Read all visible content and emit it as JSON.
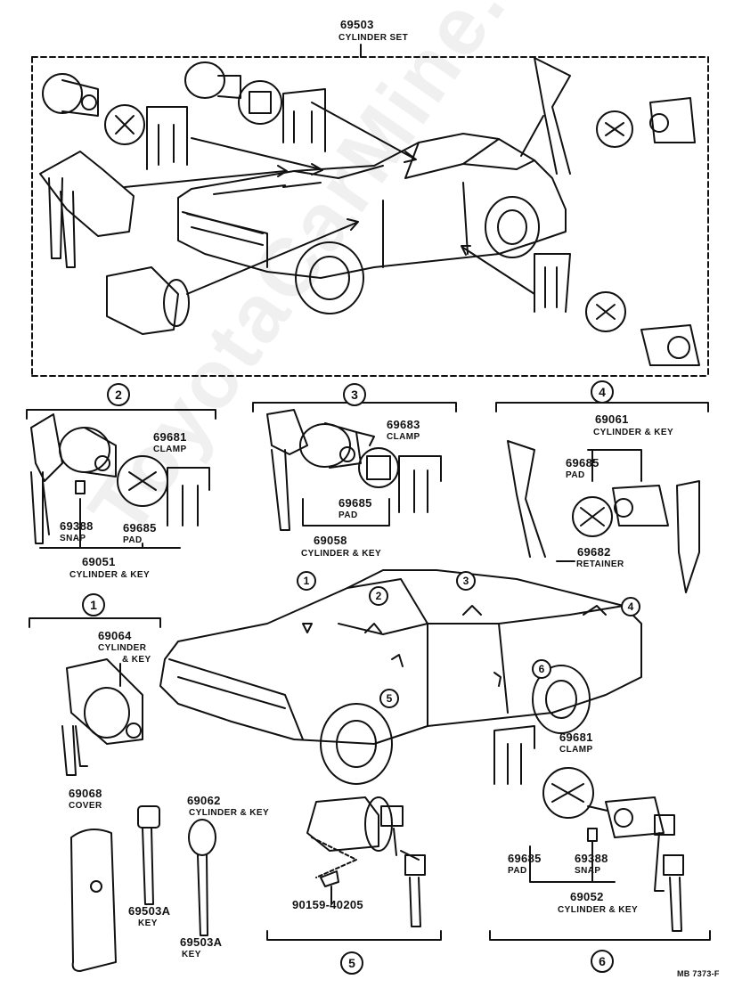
{
  "watermark": "ToyotaCarMine.ru",
  "top": {
    "part": "69503",
    "name": "CYLINDER SET"
  },
  "groups": {
    "g1": {
      "num": "1",
      "part": "69064",
      "name_line1": "CYLINDER",
      "name_line2": "& KEY"
    },
    "g2": {
      "num": "2",
      "clamp_part": "69681",
      "clamp_name": "CLAMP",
      "snap_part": "69388",
      "snap_name": "SNAP",
      "pad_part": "69685",
      "pad_name": "PAD",
      "cyl_part": "69051",
      "cyl_name": "CYLINDER & KEY"
    },
    "g3": {
      "num": "3",
      "clamp_part": "69683",
      "clamp_name": "CLAMP",
      "pad_part": "69685",
      "pad_name": "PAD",
      "cyl_part": "69058",
      "cyl_name": "CYLINDER & KEY"
    },
    "g4": {
      "num": "4",
      "cyl_part": "69061",
      "cyl_name": "CYLINDER & KEY",
      "pad_part": "69685",
      "pad_name": "PAD",
      "ret_part": "69682",
      "ret_name": "RETAINER"
    },
    "g5": {
      "num": "5",
      "cover_part": "69068",
      "cover_name": "COVER",
      "key_part": "69503A",
      "key_name": "KEY",
      "cyl_part": "69062",
      "cyl_name": "CYLINDER & KEY",
      "key2_part": "69503A",
      "key2_name": "KEY",
      "bolt_part": "90159-40205"
    },
    "g6": {
      "num": "6",
      "clamp_part": "69681",
      "clamp_name": "CLAMP",
      "pad_part": "69685",
      "pad_name": "PAD",
      "snap_part": "69388",
      "snap_name": "SNAP",
      "cyl_part": "69052",
      "cyl_name": "CYLINDER & KEY"
    }
  },
  "car_callouts": [
    "1",
    "2",
    "3",
    "4",
    "5",
    "6"
  ],
  "footer": "MB 7373-F"
}
